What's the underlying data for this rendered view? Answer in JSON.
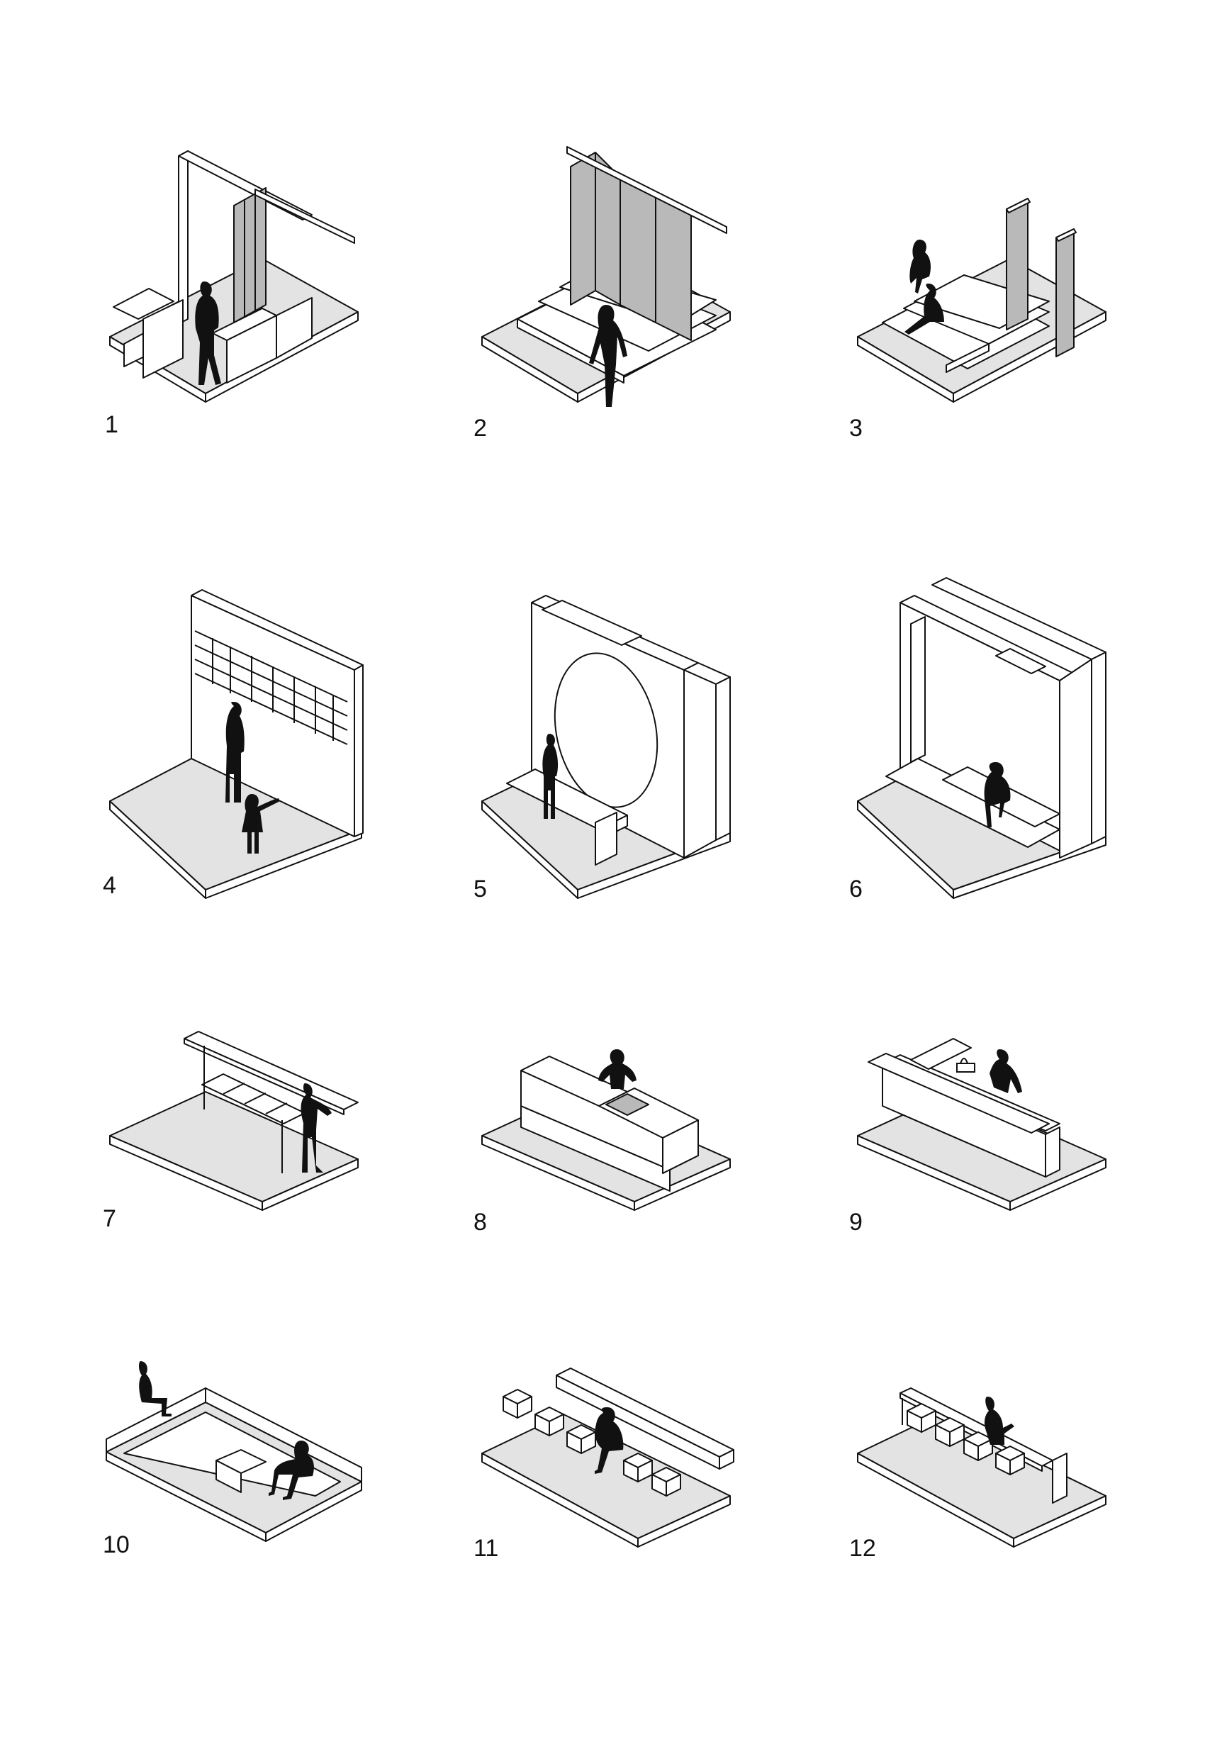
{
  "figures": [
    {
      "label": "1"
    },
    {
      "label": "2"
    },
    {
      "label": "3"
    },
    {
      "label": "4"
    },
    {
      "label": "5"
    },
    {
      "label": "6"
    },
    {
      "label": "7"
    },
    {
      "label": "8"
    },
    {
      "label": "9"
    },
    {
      "label": "10"
    },
    {
      "label": "11"
    },
    {
      "label": "12"
    }
  ],
  "colors": {
    "floor": "#e3e3e3",
    "glass": "#b9b9b9",
    "silhouette": "#111111",
    "line": "#111111"
  }
}
